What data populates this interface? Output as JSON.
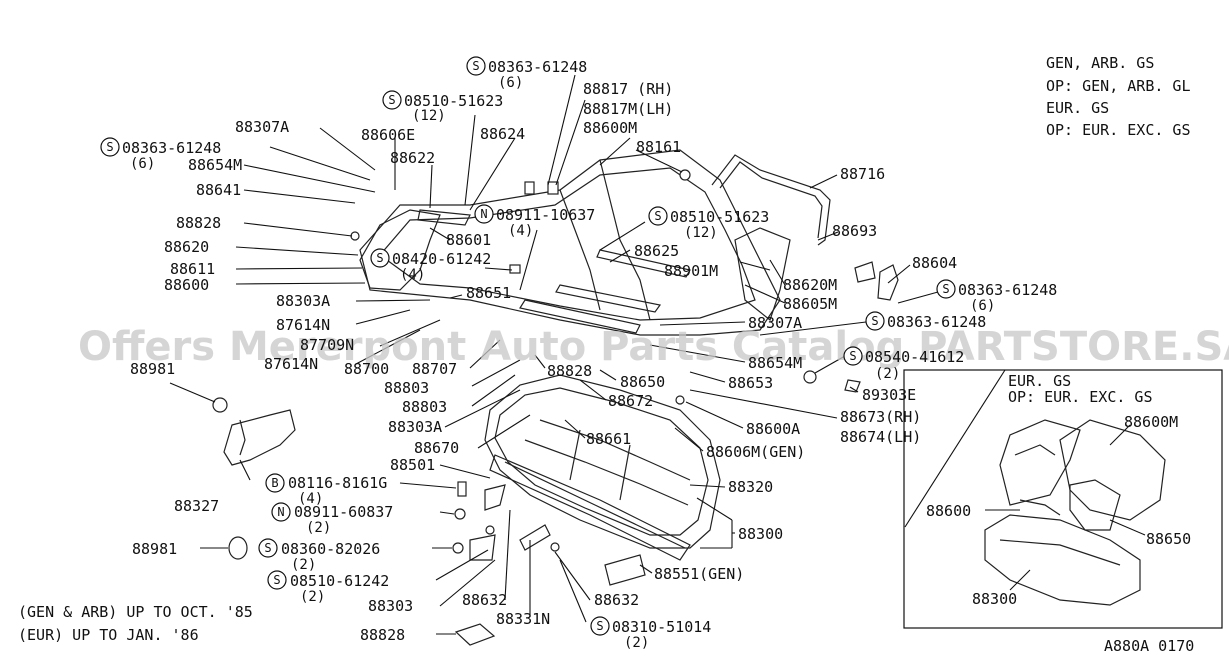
{
  "variants": [
    "GEN, ARB. GS",
    "OP: GEN, ARB. GL",
    "EUR. GS",
    "OP: EUR. EXC. GS"
  ],
  "inset": {
    "title1": "EUR. GS",
    "title2": "OP: EUR. EXC. GS",
    "labels": [
      "88600M",
      "88600",
      "88650",
      "88300"
    ]
  },
  "footnotes": [
    "(GEN & ARB) UP TO OCT. '85",
    "(EUR) UP TO JAN. '86"
  ],
  "figure_code": "A880A 0170",
  "watermark": "Offers Mererpont Auto Parts Catalog PARTSTORE.SA",
  "callouts": {
    "s08363_61248_top": "08363-61248",
    "s08363_61248_top_qty": "(6)",
    "p88817": "88817  (RH)",
    "p88817m": "88817M(LH)",
    "p88600m": "88600M",
    "p88161": "88161",
    "p88716": "88716",
    "s08510_51623_a": "08510-51623",
    "s08510_51623_a_qty": "(12)",
    "p88307a_1": "88307A",
    "p88606e": "88606E",
    "p88624": "88624",
    "s08363_61248_left": "08363-61248",
    "s08363_61248_left_qty": "(6)",
    "p88654m_1": "88654M",
    "p88622": "88622",
    "p88641": "88641",
    "n08911_10637": "08911-10637",
    "n08911_10637_qty": "(4)",
    "s08510_51623_b": "08510-51623",
    "s08510_51623_b_qty": "(12)",
    "p88693": "88693",
    "p88828_1": "88828",
    "p88601": "88601",
    "p88625": "88625",
    "p88620": "88620",
    "s08420_61242": "08420-61242",
    "s08420_61242_qty": "(4)",
    "p88901m": "88901M",
    "p88620m": "88620M",
    "p88604": "88604",
    "p88611": "88611",
    "p88600_1": "88600",
    "p88605m": "88605M",
    "s08363_61248_right": "08363-61248",
    "s08363_61248_right_qty": "(6)",
    "p88651": "88651",
    "p88303a_1": "88303A",
    "p88307a_2": "88307A",
    "s08363_61248_right2": "08363-61248",
    "p87614n_1": "87614N",
    "p87709n": "87709N",
    "p87614n_2": "87614N",
    "p88700": "88700",
    "p88707": "88707",
    "p88654m_2": "88654M",
    "s08540_41612": "08540-41612",
    "s08540_41612_qty": "(2)",
    "p88981_1": "88981",
    "p88828_2": "88828",
    "p88650": "88650",
    "p88653": "88653",
    "p89303e": "89303E",
    "p88803_1": "88803",
    "p88803_2": "88803",
    "p88672": "88672",
    "p88600a": "88600A",
    "p88673": "88673(RH)",
    "p88674": "88674(LH)",
    "p88303a_2": "88303A",
    "p88661": "88661",
    "p88670": "88670",
    "p88606m": "88606M(GEN)",
    "p88501": "88501",
    "p88320": "88320",
    "b08116_8161g": "08116-8161G",
    "b08116_8161g_qty": "(4)",
    "p88327": "88327",
    "n08911_60837": "08911-60837",
    "n08911_60837_qty": "(2)",
    "p88300": "88300",
    "p88981_2": "88981",
    "s08360_82026": "08360-82026",
    "s08360_82026_qty": "(2)",
    "p88551": "88551(GEN)",
    "s08510_61242": "08510-61242",
    "s08510_61242_qty": "(2)",
    "p88303": "88303",
    "p88632_1": "88632",
    "p88632_2": "88632",
    "p88331n": "88331N",
    "s08310_51014": "08310-51014",
    "s08310_51014_qty": "(2)",
    "p88828_3": "88828"
  },
  "markers": {
    "S": "S",
    "N": "N",
    "B": "B"
  }
}
